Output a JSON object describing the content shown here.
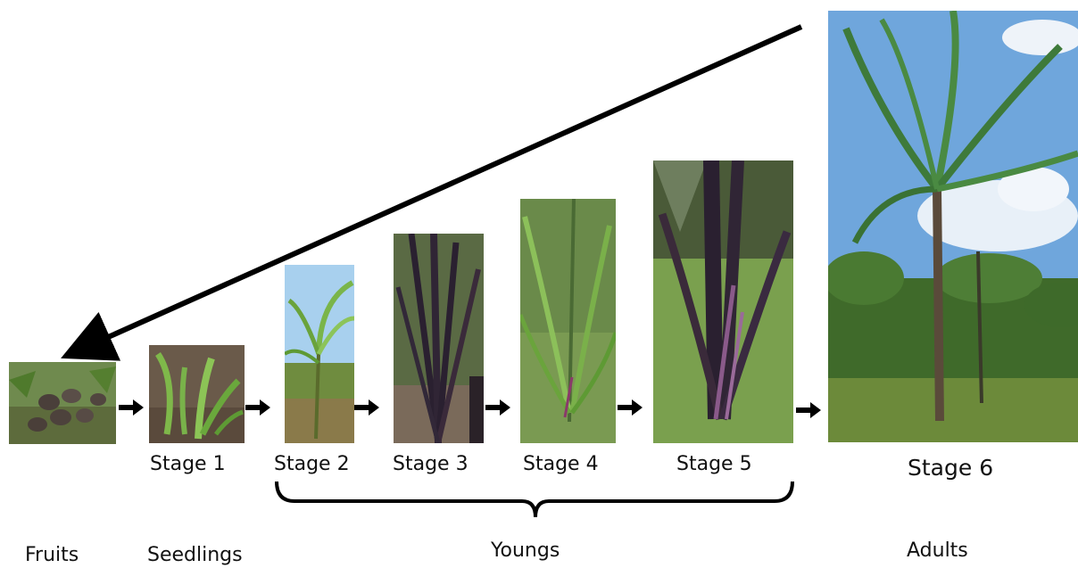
{
  "stages": [
    {
      "key": "fruits",
      "label": ""
    },
    {
      "key": "stage1",
      "label": "Stage 1"
    },
    {
      "key": "stage2",
      "label": "Stage 2"
    },
    {
      "key": "stage3",
      "label": "Stage 3"
    },
    {
      "key": "stage4",
      "label": "Stage 4"
    },
    {
      "key": "stage5",
      "label": "Stage 5"
    },
    {
      "key": "stage6",
      "label": "Stage 6"
    }
  ],
  "categories": {
    "fruits": "Fruits",
    "seedlings": "Seedlings",
    "youngs": "Youngs",
    "adults": "Adults"
  },
  "colors": {
    "arrow": "#000000",
    "foliage": "#5c8f3a",
    "sky": "#7fb2e0",
    "trunk": "#3a2a3a"
  }
}
